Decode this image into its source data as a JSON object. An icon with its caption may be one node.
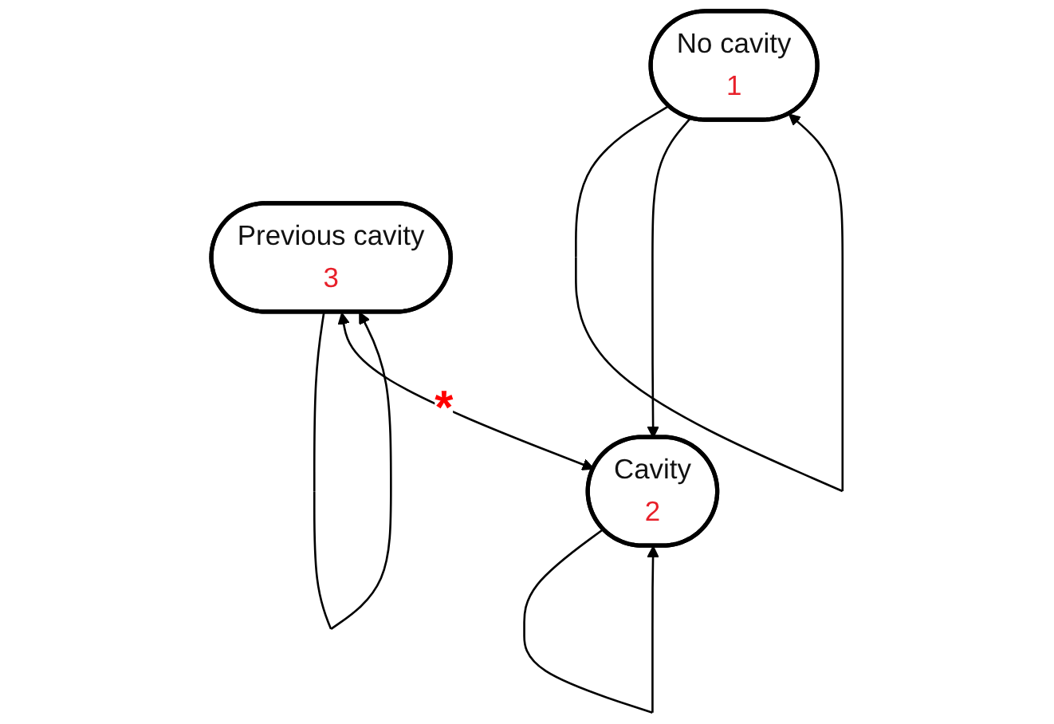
{
  "diagram": {
    "nodes": [
      {
        "text": [
          "No cavity",
          "1"
        ]
      },
      {
        "text": [
          "Previous cavity",
          "3"
        ]
      },
      {
        "text": [
          "Cavity",
          "2"
        ]
      }
    ],
    "edges": [
      {
        "from": 0,
        "to": 0,
        "arrow": "to"
      },
      {
        "from": 0,
        "to": 2,
        "arrow": "to"
      },
      {
        "from": 1,
        "to": 1,
        "arrow": "to"
      },
      {
        "from": 1,
        "to": 2,
        "arrow": "both",
        "label": "*"
      },
      {
        "from": 2,
        "to": 2,
        "arrow": "to"
      }
    ]
  }
}
